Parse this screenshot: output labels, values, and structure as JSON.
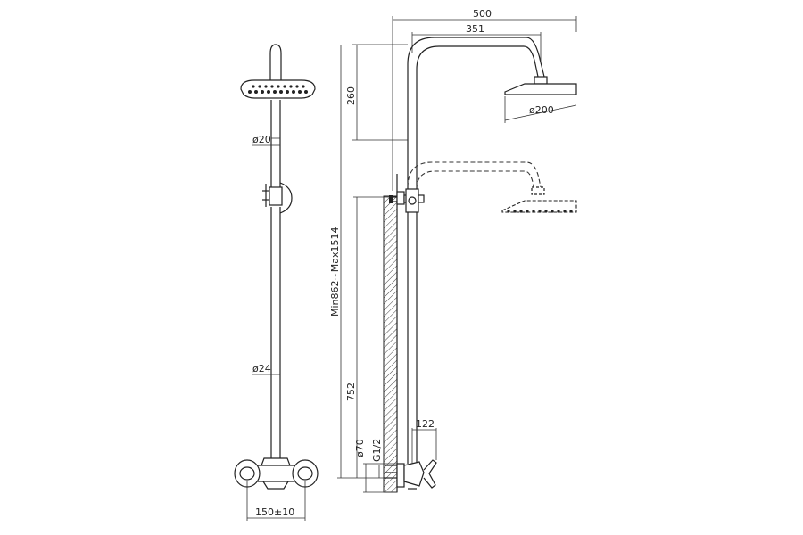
{
  "drawing": {
    "front_view": {
      "pipe_upper_dia": "ø20",
      "pipe_lower_dia": "ø24",
      "inlet_spacing": "150±10"
    },
    "side_view": {
      "total_reach": "500",
      "arm_reach": "351",
      "arm_height": "260",
      "head_dia": "ø200",
      "adjustable_height": "Min862~Max1514",
      "bracket_height": "752",
      "escutcheon_dia": "ø70",
      "thread": "G1/2",
      "mixer_projection": "122"
    }
  }
}
